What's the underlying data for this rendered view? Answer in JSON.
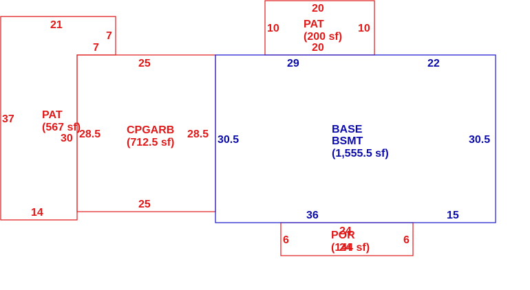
{
  "colors": {
    "secondary": "#e01818",
    "primary": "#0a0aaa"
  },
  "areas": {
    "pat_left": {
      "name": "PAT",
      "area": "(567 sf)"
    },
    "cpgarb": {
      "name": "CPGARB",
      "area": "(712.5 sf)"
    },
    "base": {
      "name1": "BASE",
      "name2": "BSMT",
      "area": "(1,555.5 sf)"
    },
    "pat_top": {
      "name": "PAT",
      "area": "(200 sf)"
    },
    "por": {
      "name": "POR",
      "area": "(144 sf)"
    }
  },
  "dims": {
    "pat_left": {
      "top": "21",
      "notch_v": "7",
      "notch_h": "7",
      "left": "37",
      "bottom": "14",
      "right": "30"
    },
    "cpgarb": {
      "top": "25",
      "bottom": "25",
      "left": "28.5",
      "right": "28.5"
    },
    "base": {
      "top_left": "29",
      "top_right": "22",
      "left": "30.5",
      "right": "30.5",
      "bottom_left": "36",
      "bottom_right": "15"
    },
    "pat_top": {
      "top": "20",
      "bottom": "20",
      "left": "10",
      "right": "10"
    },
    "por": {
      "top": "24",
      "bottom": "24",
      "left": "6",
      "right": "6"
    }
  }
}
